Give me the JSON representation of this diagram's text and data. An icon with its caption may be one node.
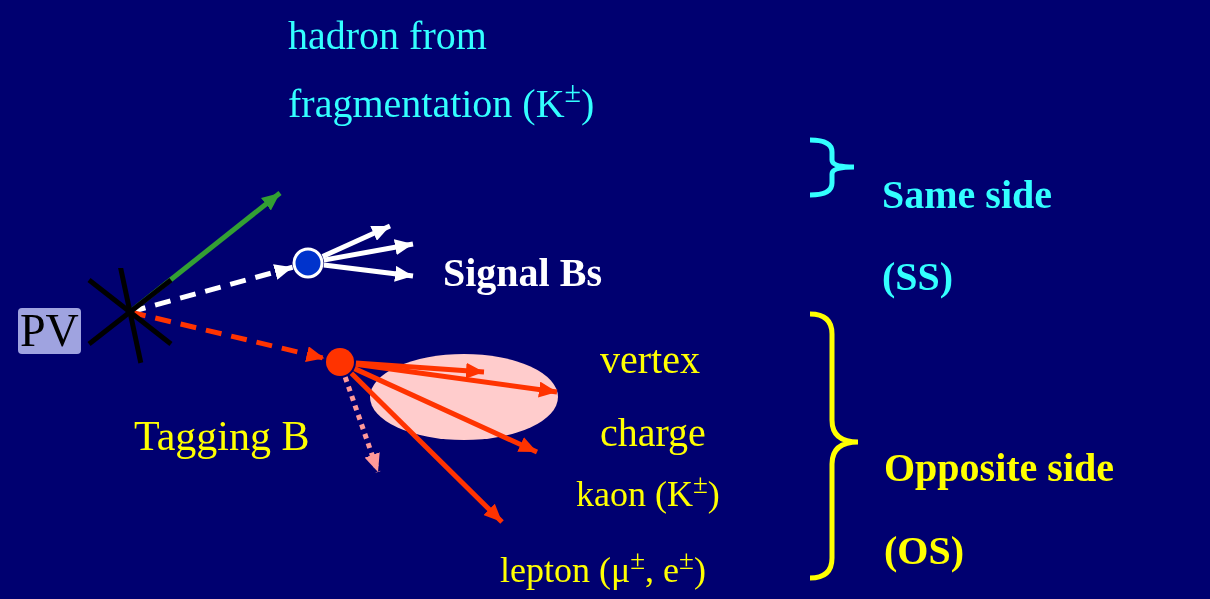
{
  "diagram": {
    "nodes": [
      {
        "text": [
          "hadron from fragmentation (K$^{±}$)"
        ]
      },
      {
        "text": [
          "PV"
        ]
      },
      {
        "text": [],
        "shape": "circle"
      },
      {
        "text": [],
        "shape": "circle",
        "beside": [
          "Tagging B"
        ]
      },
      {
        "text": [],
        "shape": "circle"
      }
    ],
    "edges": [
      {
        "from": 1,
        "to": null,
        "arrow": "to",
        "color": "#33a033"
      },
      {
        "from": 1,
        "to": 2,
        "arrow": "to",
        "style": "dashed",
        "color": "#ffffff"
      },
      {
        "from": 2,
        "to": null,
        "arrow": "to",
        "color": "#ffffff"
      },
      {
        "from": 2,
        "to": null,
        "arrow": "to",
        "color": "#ffffff"
      },
      {
        "from": 2,
        "to": null,
        "arrow": "to",
        "color": "#ffffff"
      },
      {
        "from": 1,
        "to": 3,
        "arrow": "to",
        "style": "dashed"
      },
      {
        "from": 3,
        "to": 4,
        "arrow": "to"
      },
      {
        "from": 3,
        "to": 4,
        "arrow": "to"
      },
      {
        "from": 3,
        "to": 4,
        "arrow": "to"
      },
      {
        "from": 3,
        "to": null,
        "arrow": "to"
      },
      {
        "from": 3,
        "to": null,
        "arrow": "to",
        "style": "dashed",
        "color": "#ff9999"
      }
    ],
    "labels": [
      "Signal Bs",
      "vertex",
      "charge",
      "kaon (K$^{±}$)",
      "lepton (μ$^{±}$, e$^{±}$)",
      "Same side",
      "(SS)",
      "Opposite side",
      "(OS)"
    ]
  }
}
